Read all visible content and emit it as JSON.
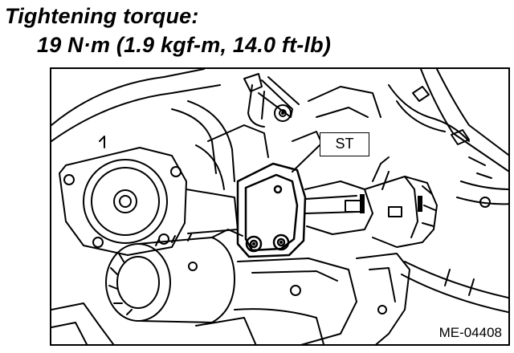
{
  "heading": {
    "line1": "Tightening torque:",
    "line2": "19 N·m (1.9 kgf-m, 14.0 ft-lb)"
  },
  "figure": {
    "callout_label": "ST",
    "figure_id": "ME-04408"
  }
}
